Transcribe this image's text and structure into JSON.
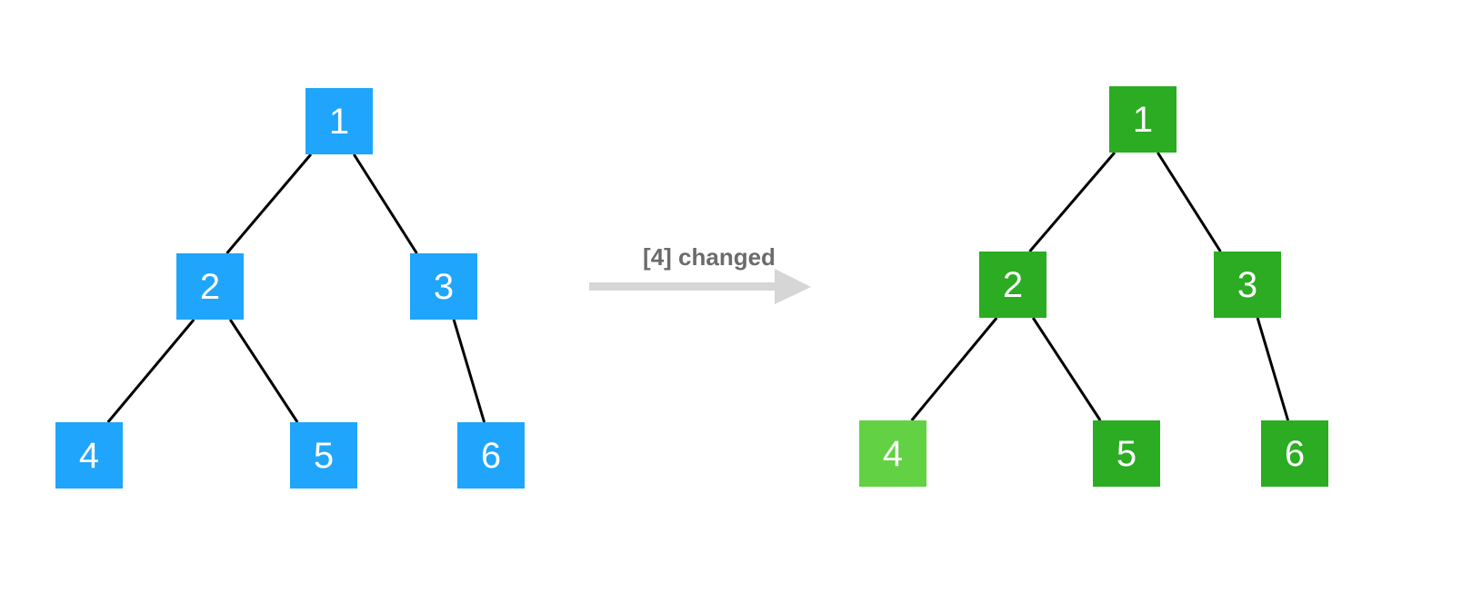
{
  "colors": {
    "blue_node": "#1fa5fb",
    "green_node": "#2bac22",
    "green_changed_node": "#62d144",
    "edge": "#000000",
    "arrow": "#d6d6d6",
    "arrow_label": "#6b6b6b",
    "node_text": "#ffffff"
  },
  "before_tree": {
    "nodes": [
      {
        "id": "1",
        "label": "1"
      },
      {
        "id": "2",
        "label": "2"
      },
      {
        "id": "3",
        "label": "3"
      },
      {
        "id": "4",
        "label": "4"
      },
      {
        "id": "5",
        "label": "5"
      },
      {
        "id": "6",
        "label": "6"
      }
    ],
    "edges": [
      [
        "1",
        "2"
      ],
      [
        "1",
        "3"
      ],
      [
        "2",
        "4"
      ],
      [
        "2",
        "5"
      ],
      [
        "3",
        "6"
      ]
    ]
  },
  "transition": {
    "label": "[4] changed"
  },
  "after_tree": {
    "nodes": [
      {
        "id": "1",
        "label": "1",
        "changed": false
      },
      {
        "id": "2",
        "label": "2",
        "changed": false
      },
      {
        "id": "3",
        "label": "3",
        "changed": false
      },
      {
        "id": "4",
        "label": "4",
        "changed": true
      },
      {
        "id": "5",
        "label": "5",
        "changed": false
      },
      {
        "id": "6",
        "label": "6",
        "changed": false
      }
    ],
    "edges": [
      [
        "1",
        "2"
      ],
      [
        "1",
        "3"
      ],
      [
        "2",
        "4"
      ],
      [
        "2",
        "5"
      ],
      [
        "3",
        "6"
      ]
    ]
  }
}
